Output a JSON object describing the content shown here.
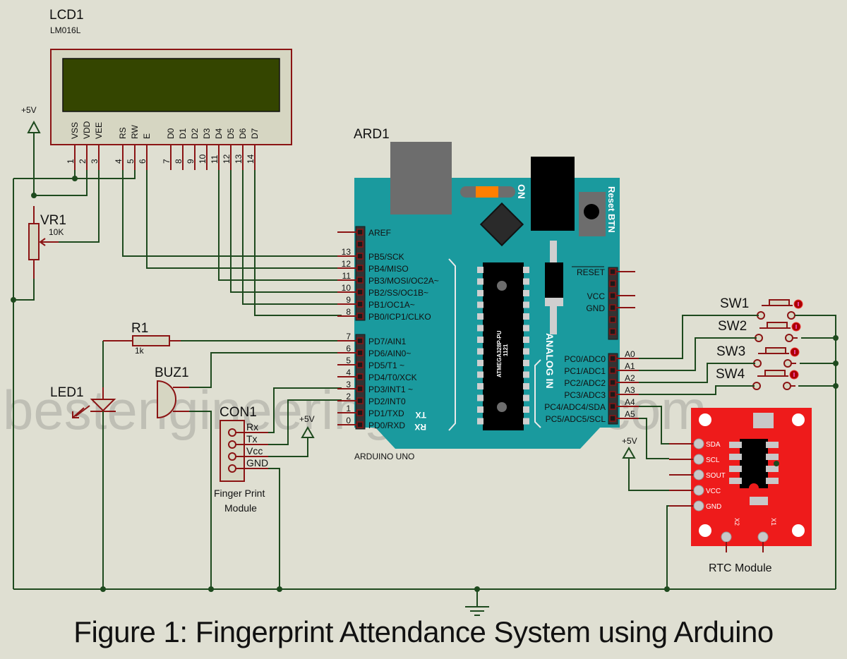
{
  "watermark": "bestengineeringprojects.com",
  "caption": "Figure 1: Fingerprint Attendance System using Arduino",
  "colors": {
    "background": "#dfdfd2",
    "wire": "#1e4a1e",
    "pin": "#8b1414",
    "arduino_board": "#1a9a9e",
    "lcd_screen": "#344500",
    "rtc_board": "#ee1b1b"
  },
  "lcd": {
    "ref": "LCD1",
    "model": "LM016L",
    "pin_labels": [
      "VSS",
      "VDD",
      "VEE",
      "RS",
      "RW",
      "E",
      "D0",
      "D1",
      "D2",
      "D3",
      "D4",
      "D5",
      "D6",
      "D7"
    ],
    "pin_numbers": [
      "1",
      "2",
      "3",
      "4",
      "5",
      "6",
      "7",
      "8",
      "9",
      "10",
      "11",
      "12",
      "13",
      "14"
    ]
  },
  "power": {
    "vcc_label": "+5V"
  },
  "vr1": {
    "ref": "VR1",
    "value": "10K"
  },
  "r1": {
    "ref": "R1",
    "value": "1k"
  },
  "led1": {
    "ref": "LED1"
  },
  "buz1": {
    "ref": "BUZ1"
  },
  "con1": {
    "ref": "CON1",
    "pins": [
      "Rx",
      "Tx",
      "Vcc",
      "GND"
    ],
    "description_line1": "Finger Print",
    "description_line2": "Module"
  },
  "arduino": {
    "ref": "ARD1",
    "name": "ARDUINO UNO",
    "on_label": "ON",
    "reset_btn_label": "Reset BTN",
    "analog_in_label": "ANALOG IN",
    "chip_label": "ATMEGA328P-PU",
    "chip_code": "1121",
    "tx_label": "TX",
    "rx_label": "RX",
    "top_header": [
      {
        "num": "",
        "label": "AREF"
      },
      {
        "num": "",
        "label": ""
      },
      {
        "num": "13",
        "label": "PB5/SCK"
      },
      {
        "num": "12",
        "label": "PB4/MISO"
      },
      {
        "num": "11",
        "label": "PB3/MOSI/OC2A~"
      },
      {
        "num": "10",
        "label": "PB2/SS/OC1B~"
      },
      {
        "num": "9",
        "label": "PB1/OC1A~"
      },
      {
        "num": "8",
        "label": "PB0/ICP1/CLKO"
      }
    ],
    "bottom_header": [
      {
        "num": "7",
        "label": "PD7/AIN1"
      },
      {
        "num": "6",
        "label": "PD6/AIN0~"
      },
      {
        "num": "5",
        "label": "PD5/T1 ~"
      },
      {
        "num": "4",
        "label": "PD4/T0/XCK"
      },
      {
        "num": "3",
        "label": "PD3/INT1 ~"
      },
      {
        "num": "2",
        "label": "PD2/INT0"
      },
      {
        "num": "1",
        "label": "PD1/TXD"
      },
      {
        "num": "0",
        "label": "PD0/RXD"
      }
    ],
    "power_header": [
      "RESET",
      "",
      "VCC",
      "GND",
      "",
      ""
    ],
    "analog_header": [
      {
        "label": "PC0/ADC0",
        "pin": "A0"
      },
      {
        "label": "PC1/ADC1",
        "pin": "A1"
      },
      {
        "label": "PC2/ADC2",
        "pin": "A2"
      },
      {
        "label": "PC3/ADC3",
        "pin": "A3"
      },
      {
        "label": "PC4/ADC4/SDA",
        "pin": "A4"
      },
      {
        "label": "PC5/ADC5/SCL",
        "pin": "A5"
      }
    ]
  },
  "switches": [
    {
      "ref": "SW1"
    },
    {
      "ref": "SW2"
    },
    {
      "ref": "SW3"
    },
    {
      "ref": "SW4"
    }
  ],
  "rtc": {
    "name": "RTC Module",
    "pins": [
      "SDA",
      "SCL",
      "SOUT",
      "VCC",
      "GND"
    ],
    "crystal_pins": [
      "X2",
      "X1"
    ]
  }
}
